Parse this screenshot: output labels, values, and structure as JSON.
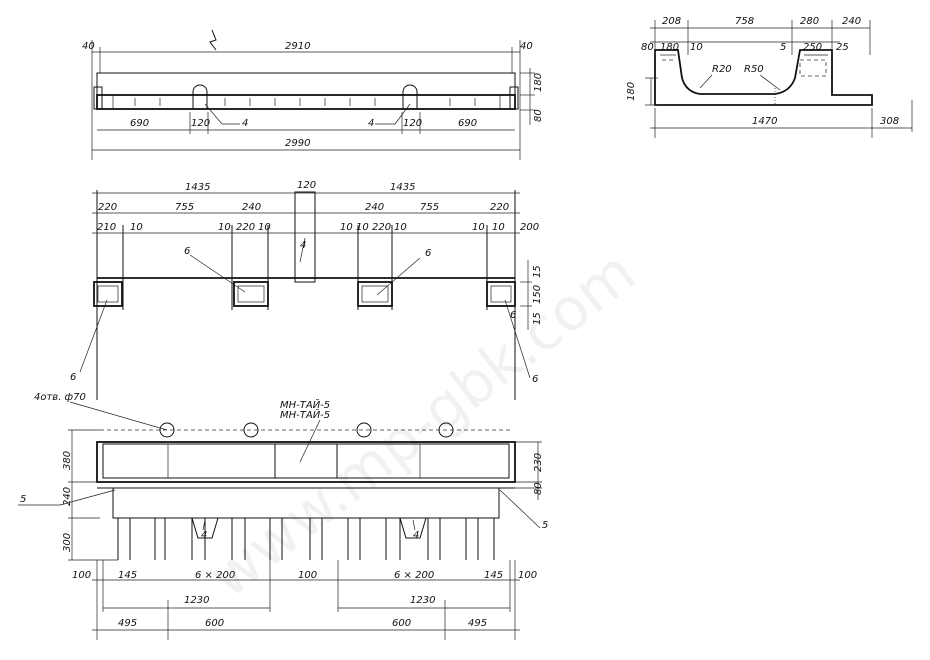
{
  "watermark": "www.mp-gbk.com",
  "top_view": {
    "labels": [
      "40",
      "2910",
      "40",
      "180",
      "80",
      "690",
      "120",
      "4",
      "4",
      "120",
      "690",
      "2990"
    ]
  },
  "side_section": {
    "labels": [
      "208",
      "758",
      "280",
      "240",
      "80",
      "180",
      "10",
      "5",
      "250",
      "25",
      "R20",
      "R50",
      "180",
      "1470",
      "308"
    ]
  },
  "plan_view": {
    "labels": [
      "1435",
      "120",
      "1435",
      "220",
      "755",
      "240",
      "240",
      "755",
      "220",
      "210",
      "10",
      "10",
      "220",
      "10",
      "10",
      "10",
      "220",
      "10",
      "10",
      "10",
      "200",
      "6",
      "4",
      "6",
      "6",
      "15",
      "150",
      "15",
      "6",
      "6"
    ]
  },
  "front_view": {
    "holes_label": "4отв. ф70",
    "mark_labels": [
      "МН-ТАЙ-5",
      "МН-ТАЙ-5"
    ],
    "labels": [
      "380",
      "240",
      "300",
      "230",
      "80",
      "5",
      "5",
      "4",
      "4",
      "100",
      "145",
      "6 × 200",
      "100",
      "6 × 200",
      "145",
      "100",
      "1230",
      "1230",
      "495",
      "600",
      "600",
      "495"
    ]
  }
}
